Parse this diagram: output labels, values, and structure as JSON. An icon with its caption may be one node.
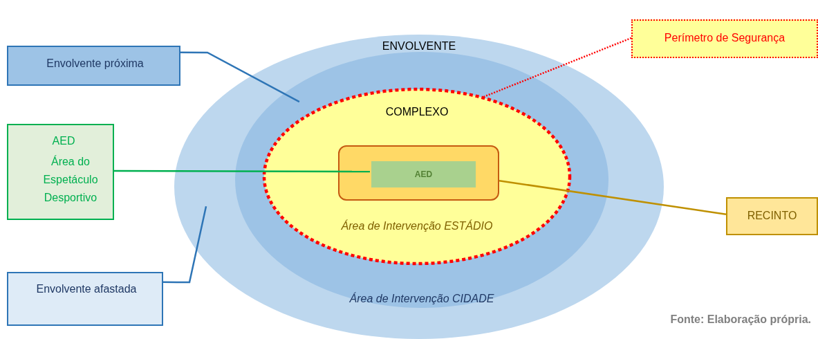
{
  "diagram": {
    "caption": "Fonte: Elaboração própria.",
    "nodes": [
      {
        "text": [
          "ENVOLVENTE"
        ]
      },
      {
        "text": [
          "Área de Intervenção CIDADE"
        ],
        "in": 0
      },
      {
        "text": [
          "COMPLEXO",
          "Área de Intervenção ESTÁDIO"
        ],
        "in": 1
      },
      {
        "text": [],
        "shape": "box",
        "in": 2
      },
      {
        "text": [
          "AED"
        ],
        "in": 3
      },
      {
        "text": [
          "Envolvente próxima"
        ]
      },
      {
        "text": [
          "AED",
          "Área do Espetáculo Desportivo"
        ]
      },
      {
        "text": [
          "Envolvente afastada"
        ]
      },
      {
        "text": [
          "Perímetro de Segurança"
        ]
      },
      {
        "text": [
          "RECINTO"
        ]
      }
    ],
    "edges": [
      {
        "from": 5,
        "to": 1,
        "arrow": "none",
        "color": "#2e75b6"
      },
      {
        "from": 6,
        "to": 4,
        "arrow": "none",
        "color": "#00b050"
      },
      {
        "from": 7,
        "to": 0,
        "arrow": "none",
        "color": "#2e75b6"
      },
      {
        "from": 8,
        "to": 2,
        "arrow": "none",
        "style": "dashed",
        "color": "#ff0000"
      },
      {
        "from": 9,
        "to": 3,
        "arrow": "none",
        "color": "#bf9000"
      }
    ]
  }
}
